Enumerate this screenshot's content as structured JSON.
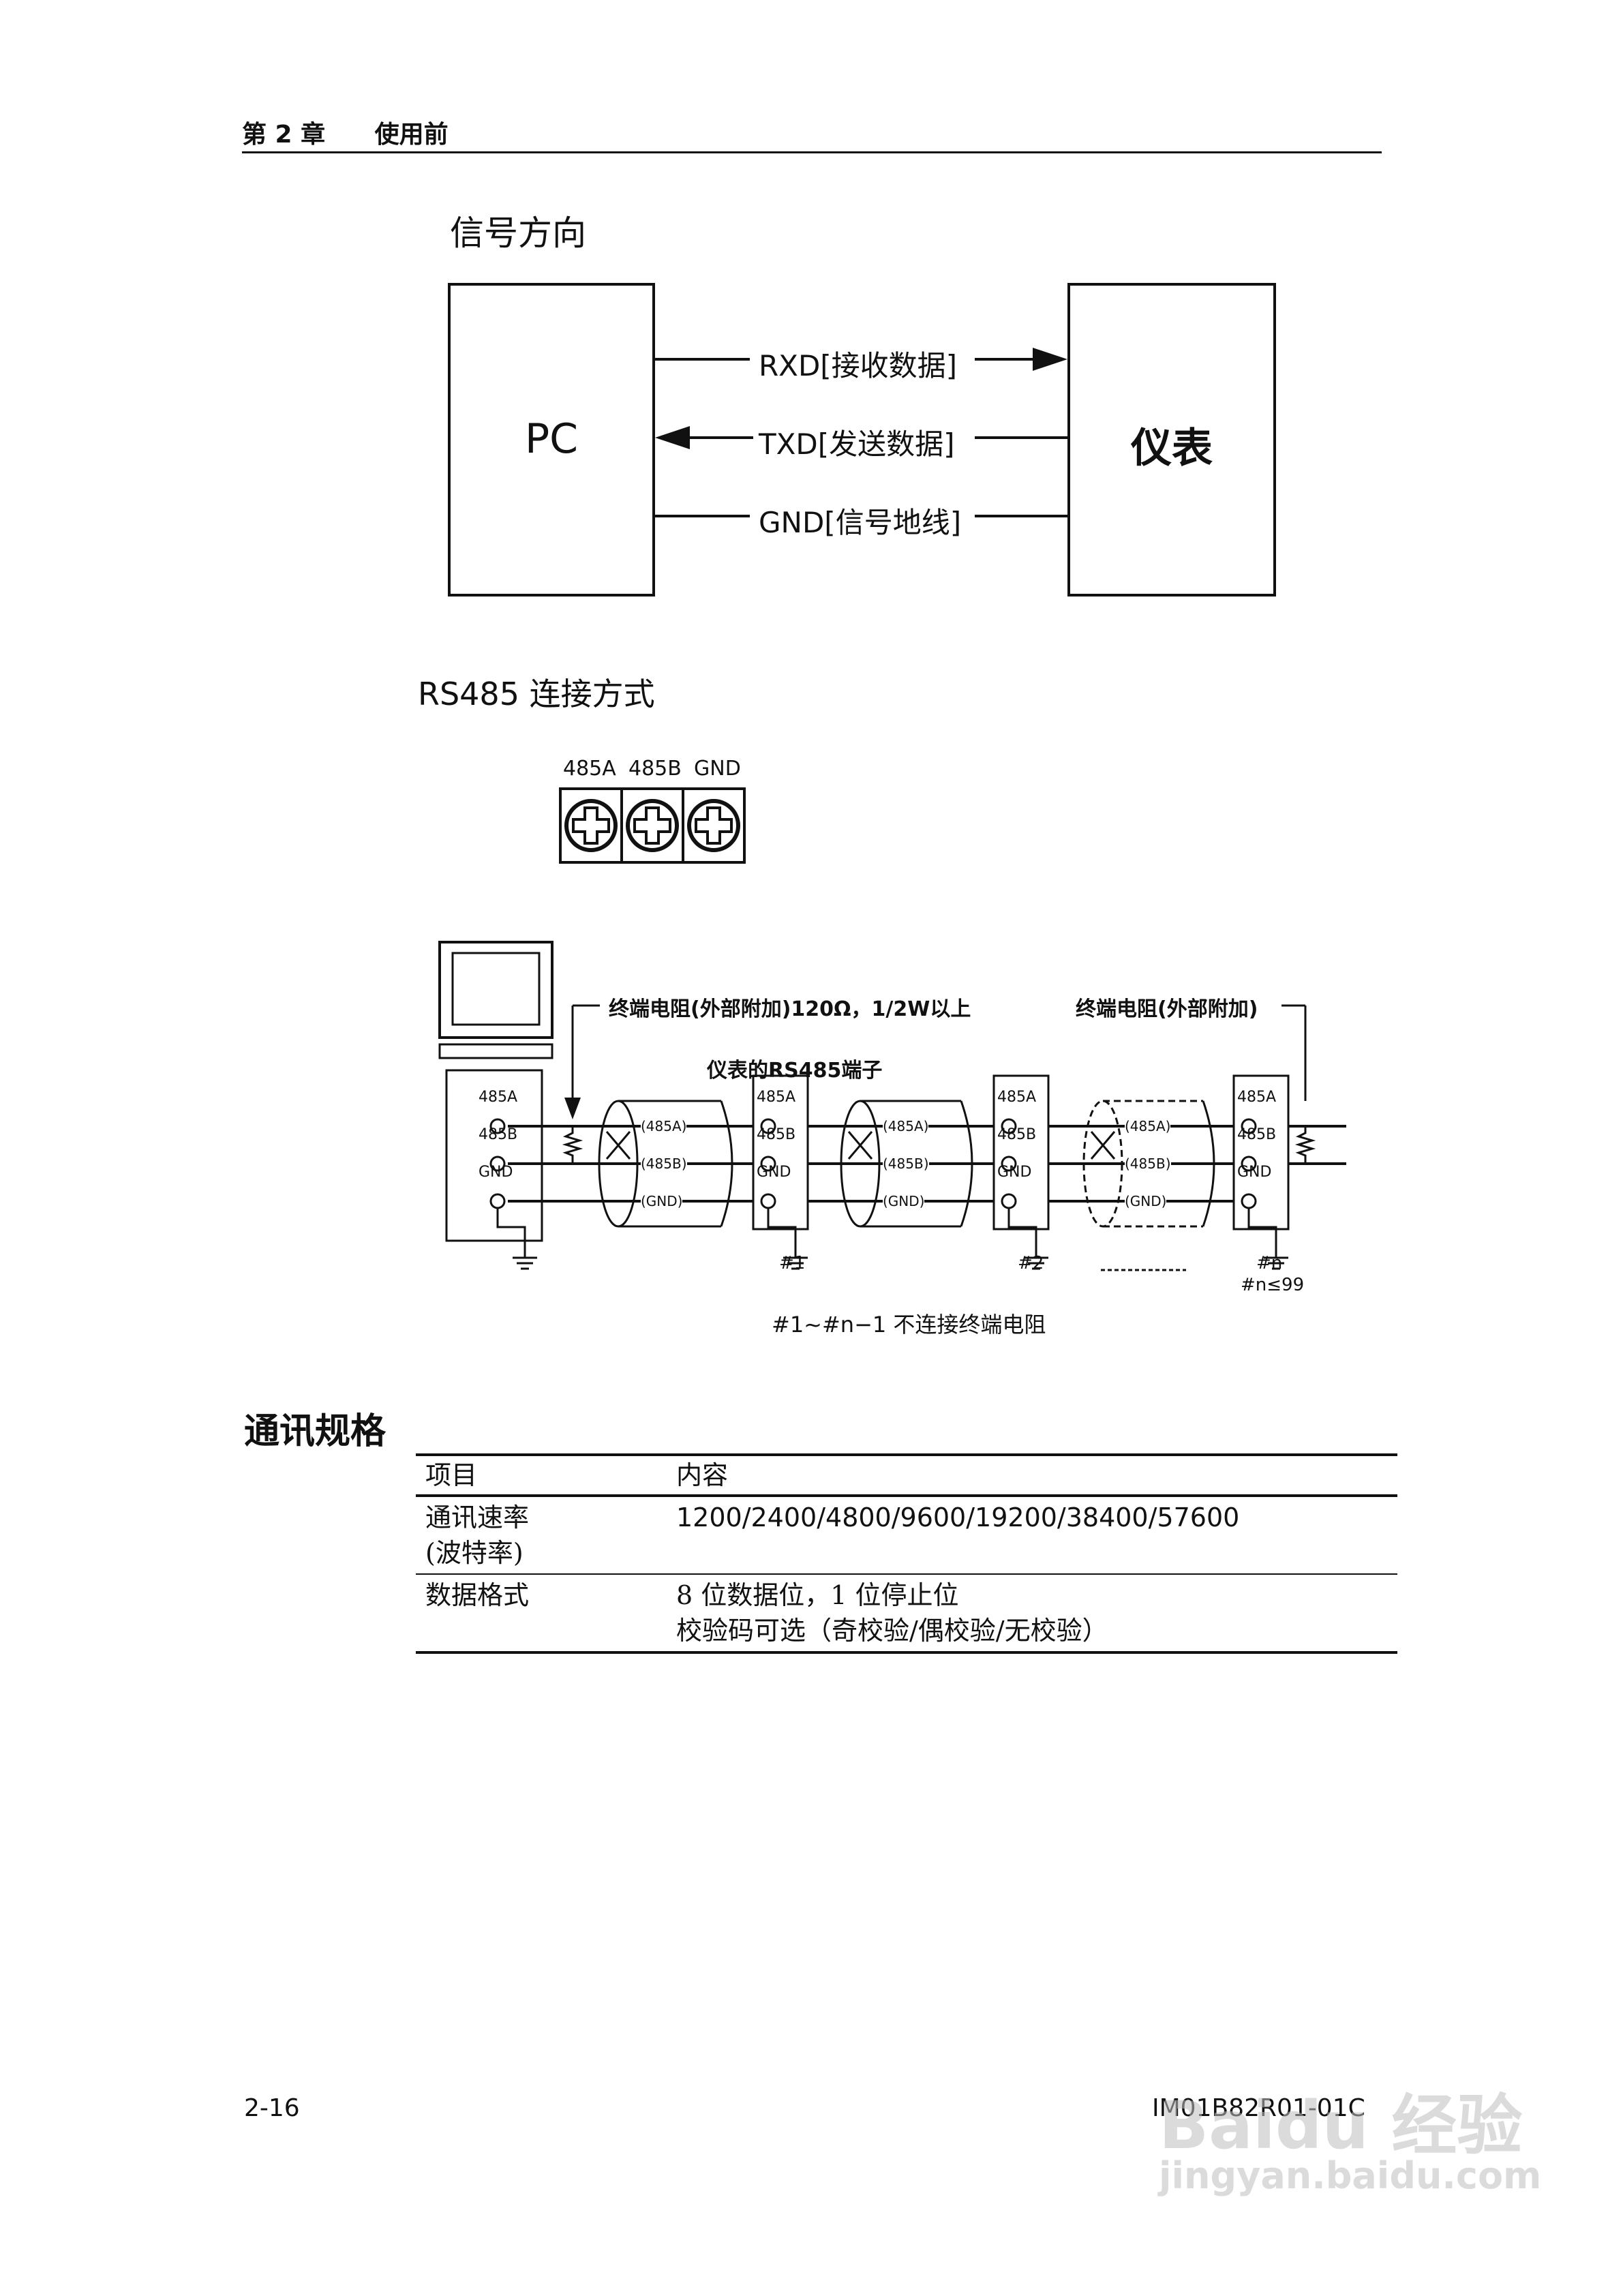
{
  "header": {
    "chapter": "第 2 章",
    "title": "使用前"
  },
  "signal_section": {
    "title": "信号方向",
    "left_box": "PC",
    "right_box": "仪表",
    "lines": [
      {
        "label": "RXD[接收数据]"
      },
      {
        "label": "TXD[发送数据]"
      },
      {
        "label": "GND[信号地线]"
      }
    ]
  },
  "rs485_section": {
    "title": "RS485 连接方式",
    "terminal_labels": [
      "485A",
      "485B",
      "GND"
    ]
  },
  "wiring": {
    "note_left": "终端电阻(外部附加)120Ω，1/2W以上",
    "note_right": "终端电阻(外部附加)",
    "note_terminal": "仪表的RS485端子",
    "pc_terms": [
      "485A",
      "485B",
      "GND"
    ],
    "cable_labels": [
      "(485A)",
      "(485B)",
      "(GND)"
    ],
    "device_terms": [
      "485A",
      "485B",
      "GND"
    ],
    "device_ids": [
      "#1",
      "#2",
      "#n"
    ],
    "limit": "#n≤99",
    "footnote": "#1~#n−1 不连接终端电阻"
  },
  "spec_section": {
    "title": "通讯规格",
    "headers": [
      "项目",
      "内容"
    ],
    "rows": [
      {
        "item_line1": "通讯速率",
        "item_line2": "(波特率)",
        "content_line1": "1200/2400/4800/9600/19200/38400/57600",
        "content_line2": ""
      },
      {
        "item_line1": "数据格式",
        "item_line2": "",
        "content_line1": "8 位数据位，1 位停止位",
        "content_line2": "校验码可选（奇校验/偶校验/无校验）"
      }
    ]
  },
  "footer": {
    "page": "2-16",
    "doc_id": "IM01B82R01-01C"
  },
  "watermark": {
    "brand": "Baidu 经验",
    "url": "jingyan.baidu.com"
  }
}
